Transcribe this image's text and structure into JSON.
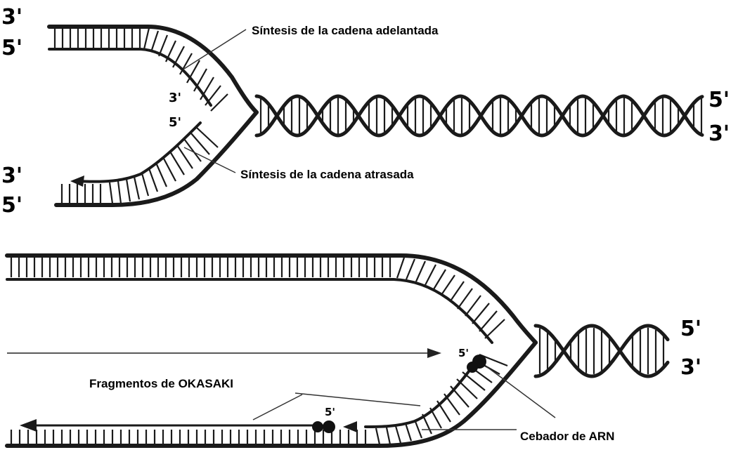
{
  "top_diagram": {
    "leading_label": "Síntesis de la cadena  adelantada",
    "lagging_label": "Síntesis de la cadena  atrasada",
    "ends": {
      "top_left_3": "3'",
      "top_left_5": "5'",
      "fork_3": "3'",
      "fork_5": "5'",
      "right_5": "5'",
      "right_3": "3'",
      "bottom_left_3": "3'",
      "bottom_left_5": "5'"
    }
  },
  "bottom_diagram": {
    "okazaki_label": "Fragmentos de OKASAKI",
    "primer_label": "Cebador de ARN",
    "ends": {
      "right_5": "5'",
      "right_3": "3'",
      "primer_5_a": "5'",
      "primer_5_b": "5'"
    }
  }
}
